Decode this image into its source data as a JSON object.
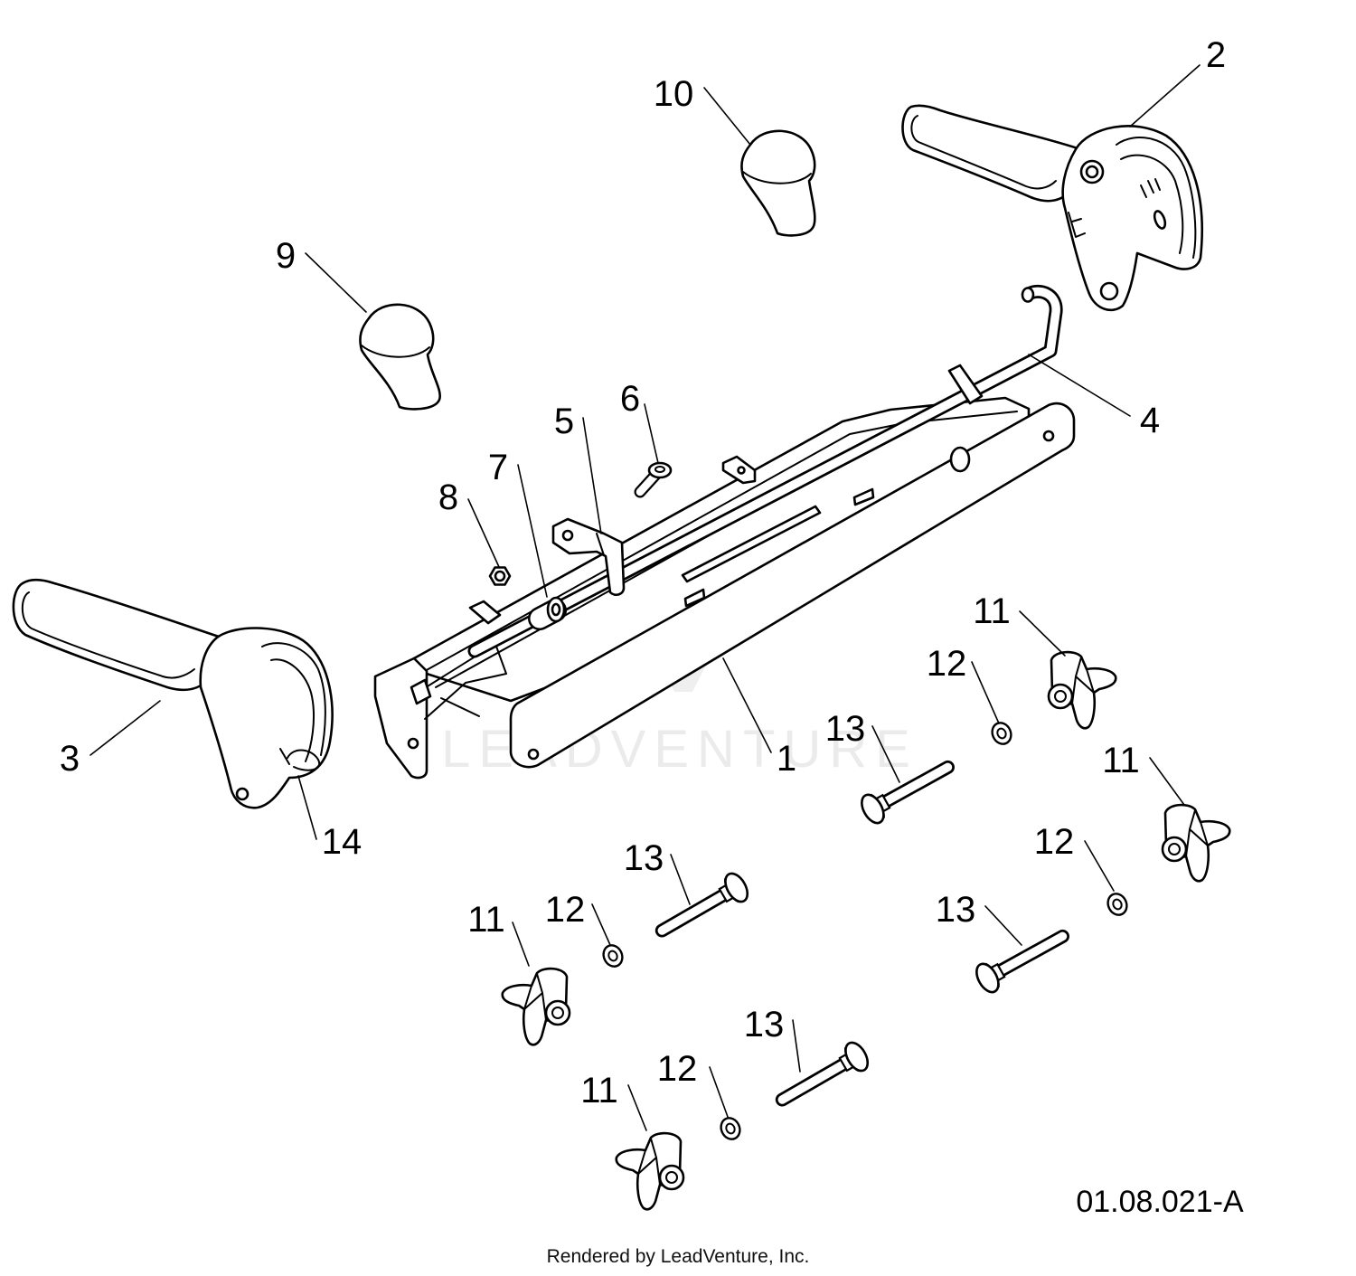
{
  "callouts": [
    "2",
    "10",
    "9",
    "6",
    "5",
    "4",
    "7",
    "8",
    "11",
    "12",
    "13",
    "1",
    "3",
    "11",
    "14",
    "12",
    "13",
    "11",
    "12",
    "13",
    "13",
    "12",
    "11"
  ],
  "diagram_code": "01.08.021-A",
  "footer": "Rendered by LeadVenture, Inc.",
  "watermark": "LEADVENTURE"
}
